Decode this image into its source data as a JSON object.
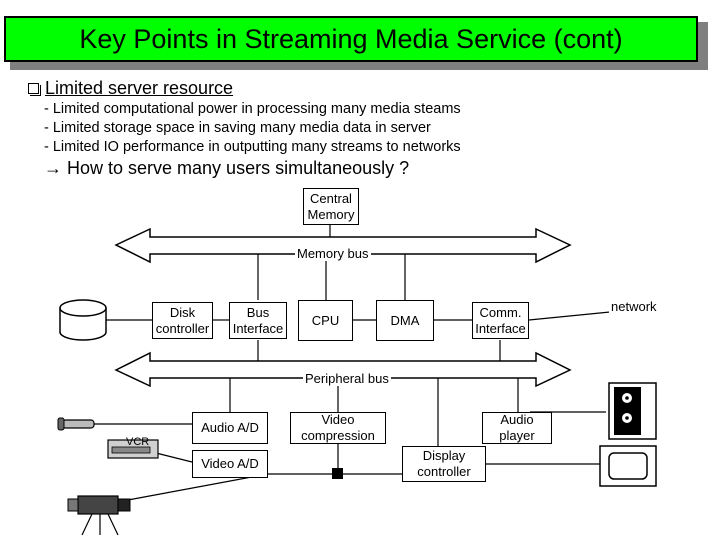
{
  "title": "Key Points in Streaming Media Service (cont)",
  "bullet": {
    "label": "Limited server resource"
  },
  "sub_items": [
    "- Limited computational power in processing many media steams",
    "- Limited storage space in saving many media data in server",
    "- Limited IO performance in outputting many streams to networks"
  ],
  "question": "→ How to serve many users simultaneously ?",
  "diagram": {
    "central_memory": "Central\nMemory",
    "memory_bus": "Memory bus",
    "disk_controller": "Disk\ncontroller",
    "bus_interface": "Bus\nInterface",
    "cpu": "CPU",
    "dma": "DMA",
    "comm_interface": "Comm.\nInterface",
    "network": "network",
    "peripheral_bus": "Peripheral bus",
    "audio_ad": "Audio A/D",
    "video_ad": "Video A/D",
    "video_compression": "Video\ncompression",
    "audio_player": "Audio\nplayer",
    "display_controller": "Display\ncontroller",
    "vcr": "VCR"
  },
  "colors": {
    "title_bg": "#00ff00",
    "shadow": "#7f7f7f"
  }
}
